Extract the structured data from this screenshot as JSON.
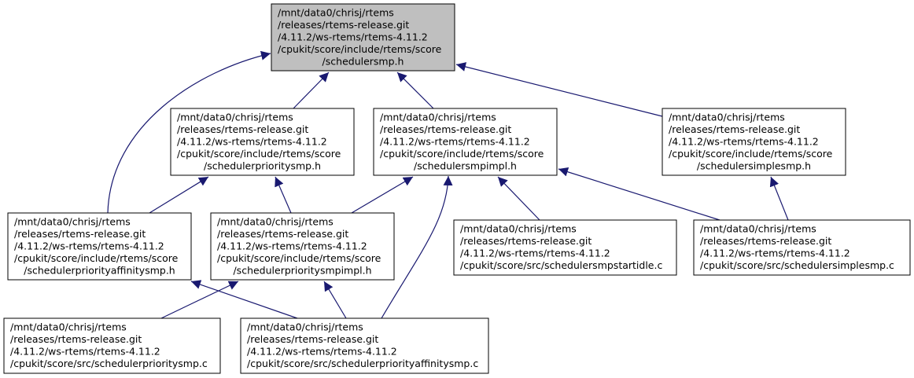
{
  "colors": {
    "edge": "#191970",
    "root_fill": "#bfbfbf",
    "node_fill": "#ffffff",
    "node_stroke": "#000000"
  },
  "nodes": [
    {
      "id": "schedulersmp-h",
      "highlight": true,
      "lines": [
        "/mnt/data0/chrisj/rtems",
        "/releases/rtems-release.git",
        "/4.11.2/ws-rtems/rtems-4.11.2",
        "/cpukit/score/include/rtems/score",
        "/schedulersmp.h"
      ]
    },
    {
      "id": "schedulerprioritysmp-h",
      "lines": [
        "/mnt/data0/chrisj/rtems",
        "/releases/rtems-release.git",
        "/4.11.2/ws-rtems/rtems-4.11.2",
        "/cpukit/score/include/rtems/score",
        "/schedulerprioritysmp.h"
      ]
    },
    {
      "id": "schedulersmpimpl-h",
      "lines": [
        "/mnt/data0/chrisj/rtems",
        "/releases/rtems-release.git",
        "/4.11.2/ws-rtems/rtems-4.11.2",
        "/cpukit/score/include/rtems/score",
        "/schedulersmpimpl.h"
      ]
    },
    {
      "id": "schedulersimplesmp-h",
      "lines": [
        "/mnt/data0/chrisj/rtems",
        "/releases/rtems-release.git",
        "/4.11.2/ws-rtems/rtems-4.11.2",
        "/cpukit/score/include/rtems/score",
        "/schedulersimplesmp.h"
      ]
    },
    {
      "id": "schedulerpriorityaffinitysmp-h",
      "lines": [
        "/mnt/data0/chrisj/rtems",
        "/releases/rtems-release.git",
        "/4.11.2/ws-rtems/rtems-4.11.2",
        "/cpukit/score/include/rtems/score",
        "/schedulerpriorityaffinitysmp.h"
      ]
    },
    {
      "id": "schedulerprioritysmpimpl-h",
      "lines": [
        "/mnt/data0/chrisj/rtems",
        "/releases/rtems-release.git",
        "/4.11.2/ws-rtems/rtems-4.11.2",
        "/cpukit/score/include/rtems/score",
        "/schedulerprioritysmpimpl.h"
      ]
    },
    {
      "id": "schedulersmpstartidle-c",
      "lines": [
        "/mnt/data0/chrisj/rtems",
        "/releases/rtems-release.git",
        "/4.11.2/ws-rtems/rtems-4.11.2",
        "/cpukit/score/src/schedulersmpstartidle.c"
      ]
    },
    {
      "id": "schedulersimplesmp-c",
      "lines": [
        "/mnt/data0/chrisj/rtems",
        "/releases/rtems-release.git",
        "/4.11.2/ws-rtems/rtems-4.11.2",
        "/cpukit/score/src/schedulersimplesmp.c"
      ]
    },
    {
      "id": "schedulerprioritysmp-c",
      "lines": [
        "/mnt/data0/chrisj/rtems",
        "/releases/rtems-release.git",
        "/4.11.2/ws-rtems/rtems-4.11.2",
        "/cpukit/score/src/schedulerprioritysmp.c"
      ]
    },
    {
      "id": "schedulerpriorityaffinitysmp-c",
      "lines": [
        "/mnt/data0/chrisj/rtems",
        "/releases/rtems-release.git",
        "/4.11.2/ws-rtems/rtems-4.11.2",
        "/cpukit/score/src/schedulerpriorityaffinitysmp.c"
      ]
    }
  ],
  "edges": [
    {
      "from": "schedulerprioritysmp-h",
      "to": "schedulersmp-h"
    },
    {
      "from": "schedulersmpimpl-h",
      "to": "schedulersmp-h"
    },
    {
      "from": "schedulersimplesmp-h",
      "to": "schedulersmp-h"
    },
    {
      "from": "schedulerpriorityaffinitysmp-h",
      "to": "schedulersmp-h"
    },
    {
      "from": "schedulerpriorityaffinitysmp-h",
      "to": "schedulerprioritysmp-h"
    },
    {
      "from": "schedulerprioritysmpimpl-h",
      "to": "schedulerprioritysmp-h"
    },
    {
      "from": "schedulerpriorityaffinitysmp-h",
      "to": "schedulersmpimpl-h"
    },
    {
      "from": "schedulersmpstartidle-c",
      "to": "schedulersmpimpl-h"
    },
    {
      "from": "schedulersimplesmp-c",
      "to": "schedulersmpimpl-h"
    },
    {
      "from": "schedulerpriorityaffinitysmp-c",
      "to": "schedulersmpimpl-h"
    },
    {
      "from": "schedulersimplesmp-c",
      "to": "schedulersimplesmp-h"
    },
    {
      "from": "schedulerprioritysmp-c",
      "to": "schedulerprioritysmpimpl-h"
    },
    {
      "from": "schedulerpriorityaffinitysmp-c",
      "to": "schedulerprioritysmpimpl-h"
    },
    {
      "from": "schedulerpriorityaffinitysmp-c",
      "to": "schedulerpriorityaffinitysmp-h"
    }
  ]
}
